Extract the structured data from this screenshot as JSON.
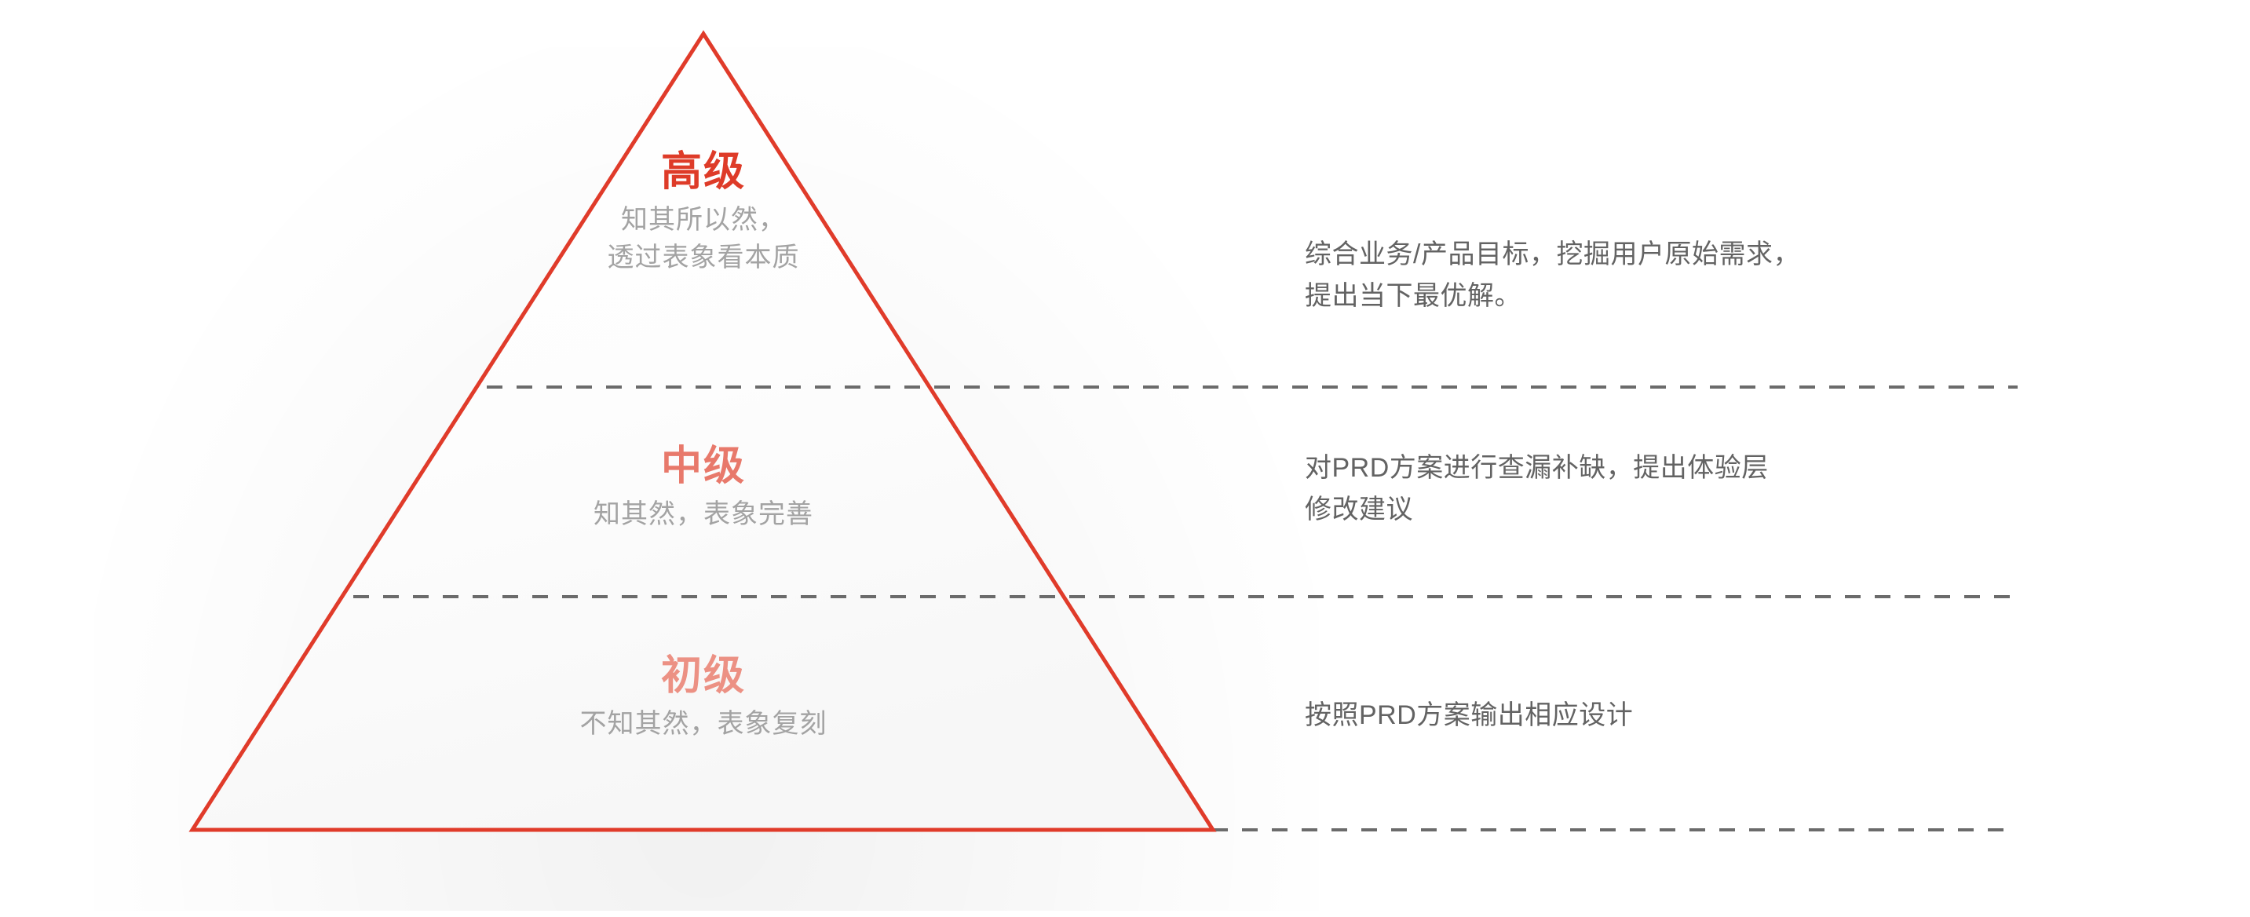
{
  "diagram": {
    "type": "pyramid",
    "title": "",
    "colors": {
      "tier_high": "#DE3B28",
      "tier_mid": "#E8796B",
      "tier_low": "#EC9184",
      "outline": "#E03B2A",
      "divider": "#6b6b6b",
      "subtitle": "#a3a3a3",
      "description": "#636363",
      "background": "#ffffff"
    },
    "tiers": [
      {
        "id": "high",
        "title": "高级",
        "subtitle": "知其所以然，\n透过表象看本质",
        "color": "#DE3B28",
        "description": "综合业务/产品目标，挖掘用户原始需求，\n提出当下最优解。"
      },
      {
        "id": "mid",
        "title": "中级",
        "subtitle": "知其然，表象完善",
        "color": "#E8796B",
        "description": "对PRD方案进行查漏补缺，提出体验层\n修改建议"
      },
      {
        "id": "low",
        "title": "初级",
        "subtitle": "不知其然，表象复刻",
        "color": "#EC9184",
        "description": "按照PRD方案输出相应设计"
      }
    ]
  }
}
